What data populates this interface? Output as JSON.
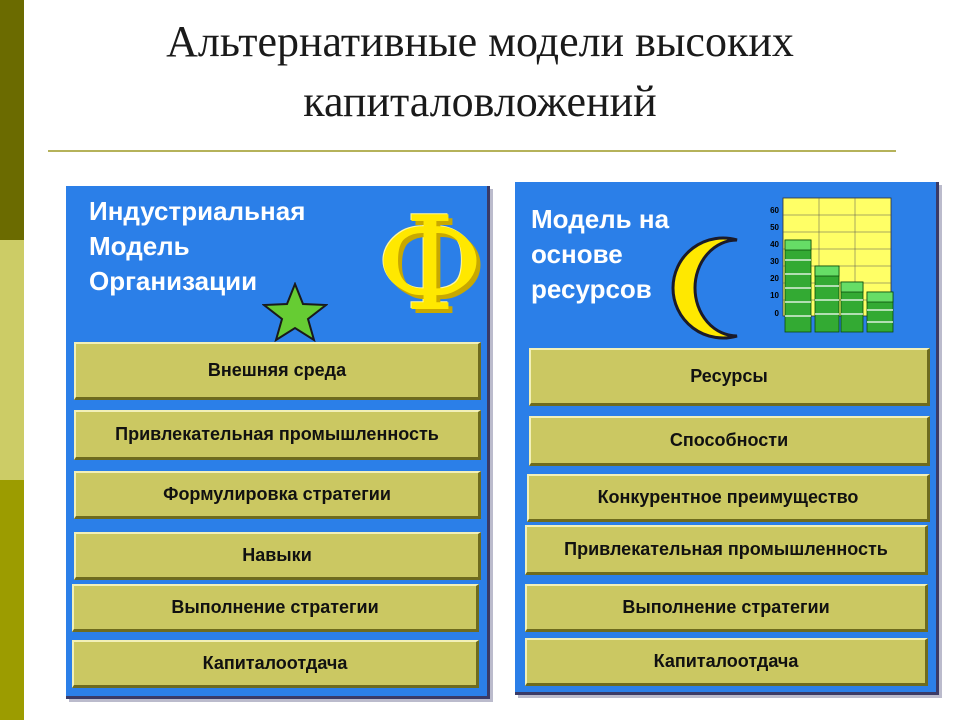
{
  "slide": {
    "title_line1": "Альтернативные модели высоких",
    "title_line2": "капиталовложений"
  },
  "colors": {
    "panel": "#2b7fe8",
    "box": "#cbc862",
    "phi": "#ffe800",
    "star": "#66cc33"
  },
  "left_model": {
    "title": "Индустриальная\nМодель\nОрганизации",
    "symbol": "Ф",
    "icon": "star-icon",
    "steps": [
      "Внешняя среда",
      "Привлекательная промышленность",
      "Формулировка стратегии",
      "Навыки",
      "Выполнение стратегии",
      "Капиталоотдача"
    ]
  },
  "right_model": {
    "title": "Модель на\nоснове\nресурсов",
    "icon": "crescent-moon-icon",
    "chart_icon": "money-stacks-chart-icon",
    "chart_ticks": [
      "60",
      "50",
      "40",
      "30",
      "20",
      "10",
      "0"
    ],
    "steps": [
      "Ресурсы",
      "Способности",
      "Конкурентное преимущество",
      "Привлекательная промышленность",
      "Выполнение стратегии",
      "Капиталоотдача"
    ]
  }
}
